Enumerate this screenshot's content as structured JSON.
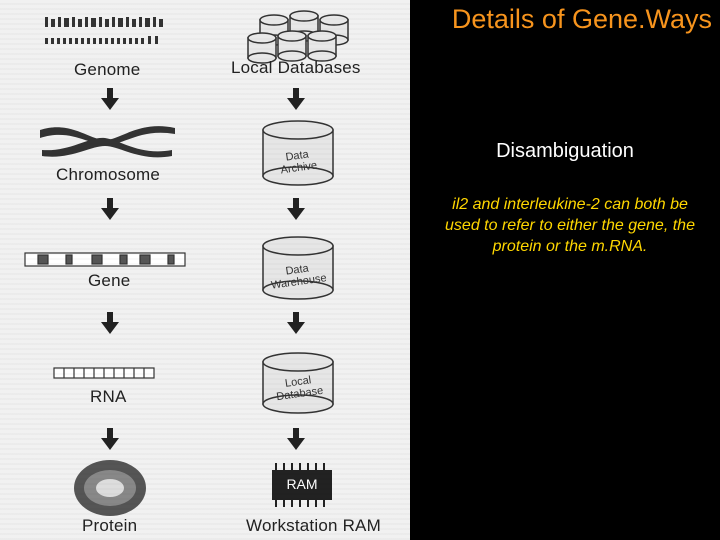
{
  "title": "Details of Gene.Ways",
  "subtitle": "Disambiguation",
  "description": "il2 and interleukine-2 can both be used to refer to either the gene, the protein or the m.RNA.",
  "figure": {
    "left_column": [
      "Genome",
      "Chromosome",
      "Gene",
      "RNA",
      "Protein"
    ],
    "right_column": [
      "Local Databases",
      "Workstation RAM"
    ],
    "cylinders": [
      {
        "line1": "Data",
        "line2": "Archive"
      },
      {
        "line1": "Data",
        "line2": "Warehouse"
      },
      {
        "line1": "Local",
        "line2": "Database"
      }
    ],
    "ram_label": "RAM"
  },
  "colors": {
    "title": "#f7941d",
    "subtitle": "#ffffff",
    "description": "#ffd700",
    "background": "#000000"
  }
}
